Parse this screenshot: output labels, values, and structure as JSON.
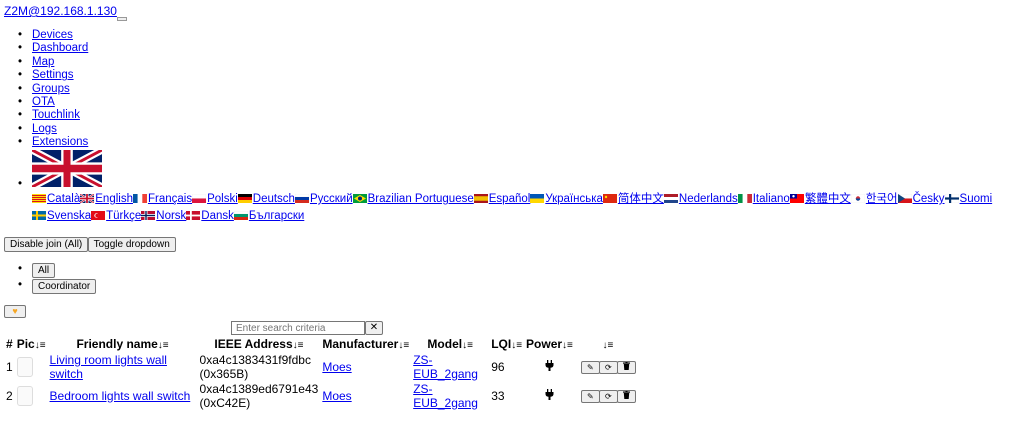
{
  "brand": {
    "title": "Z2M@192.168.1.130"
  },
  "nav": {
    "items": [
      {
        "label": "Devices"
      },
      {
        "label": "Dashboard"
      },
      {
        "label": "Map"
      },
      {
        "label": "Settings"
      },
      {
        "label": "Groups"
      },
      {
        "label": "OTA"
      },
      {
        "label": "Touchlink"
      },
      {
        "label": "Logs"
      },
      {
        "label": "Extensions"
      }
    ]
  },
  "languages": [
    {
      "label": "Català",
      "flag": "flag-catalonia-icon"
    },
    {
      "label": "English",
      "flag": "flag-uk-icon"
    },
    {
      "label": "Français",
      "flag": "flag-france-icon"
    },
    {
      "label": "Polski",
      "flag": "flag-poland-icon"
    },
    {
      "label": "Deutsch",
      "flag": "flag-germany-icon"
    },
    {
      "label": "Русский",
      "flag": "flag-russia-icon"
    },
    {
      "label": "Brazilian Portuguese",
      "flag": "flag-brazil-icon"
    },
    {
      "label": "Español",
      "flag": "flag-spain-icon"
    },
    {
      "label": "Українська",
      "flag": "flag-ukraine-icon"
    },
    {
      "label": "简体中文",
      "flag": "flag-china-icon"
    },
    {
      "label": "Nederlands",
      "flag": "flag-netherlands-icon"
    },
    {
      "label": "Italiano",
      "flag": "flag-italy-icon"
    },
    {
      "label": "繁體中文",
      "flag": "flag-taiwan-icon"
    },
    {
      "label": "한국어",
      "flag": "flag-korea-icon"
    },
    {
      "label": "Česky",
      "flag": "flag-czech-icon"
    },
    {
      "label": "Suomi",
      "flag": "flag-finland-icon"
    },
    {
      "label": "Svenska",
      "flag": "flag-sweden-icon"
    },
    {
      "label": "Türkçe",
      "flag": "flag-turkey-icon"
    },
    {
      "label": "Norsk",
      "flag": "flag-norway-icon"
    },
    {
      "label": "Dansk",
      "flag": "flag-denmark-icon"
    },
    {
      "label": "Български",
      "flag": "flag-bulgaria-icon"
    }
  ],
  "toolbar": {
    "disable_join": "Disable join (All)",
    "toggle_dropdown": "Toggle dropdown"
  },
  "filters": [
    {
      "label": "All"
    },
    {
      "label": "Coordinator"
    }
  ],
  "search": {
    "placeholder": "Enter search criteria",
    "clear": "✕"
  },
  "table": {
    "headers": {
      "num": "#",
      "pic": "Pic",
      "friendly_name": "Friendly name",
      "ieee": "IEEE Address",
      "manufacturer": "Manufacturer",
      "model": "Model",
      "lqi": "LQI",
      "power": "Power",
      "sort_arrow": "↓≡"
    },
    "rows": [
      {
        "num": "1",
        "friendly_name": "Living room lights wall switch",
        "ieee": "0xa4c1383431f9fdbc",
        "nwk": "(0x365B)",
        "manufacturer": "Moes",
        "model": "ZS-EUB_2gang",
        "lqi": "96"
      },
      {
        "num": "2",
        "friendly_name": "Bedroom lights wall switch",
        "ieee": "0xa4c1389ed6791e43",
        "nwk": "(0xC42E)",
        "manufacturer": "Moes",
        "model": "ZS-EUB_2gang",
        "lqi": "33"
      }
    ]
  },
  "colors": {
    "link": "#0000ee"
  }
}
